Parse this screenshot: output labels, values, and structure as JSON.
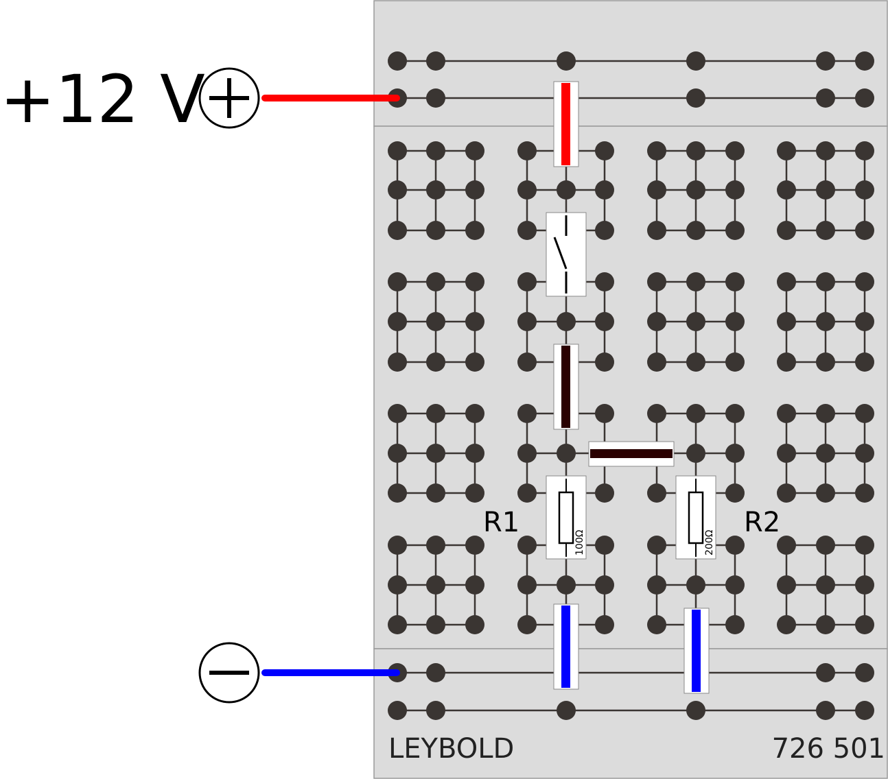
{
  "supply": {
    "voltage_label": "+12 V",
    "plus_symbol": "+",
    "minus_symbol": "−"
  },
  "resistors": [
    {
      "name": "R1",
      "value": "100Ω"
    },
    {
      "name": "R2",
      "value": "200Ω"
    }
  ],
  "board": {
    "brand": "LEYBOLD",
    "model": "726 501"
  },
  "colors": {
    "board": "#dcdcdc",
    "socket": "#3a3532",
    "positive_wire": "#ff0000",
    "negative_wire": "#0000ff",
    "connector": "#2a0000"
  },
  "icons": [
    "switch-icon",
    "resistor-icon",
    "plus-terminal-icon",
    "minus-terminal-icon"
  ]
}
